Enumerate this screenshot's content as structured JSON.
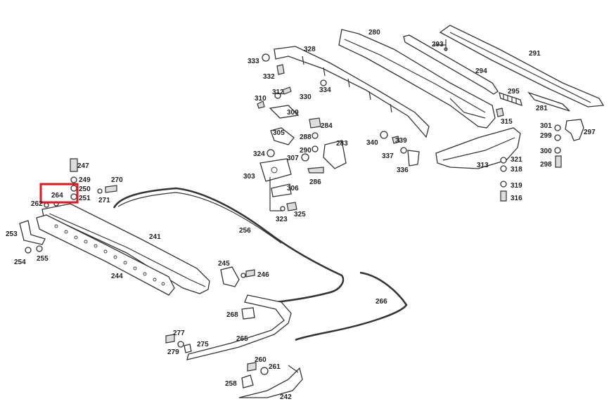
{
  "diagram": {
    "highlight_color": "#e8161b",
    "highlighted_part": "264",
    "labels": {
      "l280": "280",
      "l328": "328",
      "l291": "291",
      "l293": "293",
      "l294": "294",
      "l295": "295",
      "l281": "281",
      "l333": "333",
      "l332": "332",
      "l330": "330",
      "l334": "334",
      "l310": "310",
      "l312": "312",
      "l309": "309",
      "l284": "284",
      "l288": "288",
      "l305": "305",
      "l290": "290",
      "l283": "283",
      "l340": "340",
      "l339": "339",
      "l337": "337",
      "l336": "336",
      "l315": "315",
      "l301": "301",
      "l299": "299",
      "l297": "297",
      "l300": "300",
      "l298": "298",
      "l313": "313",
      "l321": "321",
      "l318": "318",
      "l319": "319",
      "l316": "316",
      "l324": "324",
      "l307": "307",
      "l303": "303",
      "l286": "286",
      "l306": "306",
      "l323": "323",
      "l325": "325",
      "l247": "247",
      "l249": "249",
      "l250": "250",
      "l251": "251",
      "l264": "264",
      "l262": "262",
      "l270": "270",
      "l271": "271",
      "l253": "253",
      "l254": "254",
      "l255": "255",
      "l241": "241",
      "l244": "244",
      "l256": "256",
      "l245": "245",
      "l246": "246",
      "l268": "268",
      "l266": "266",
      "l265": "265",
      "l277": "277",
      "l279": "279",
      "l275": "275",
      "l260": "260",
      "l261": "261",
      "l258": "258",
      "l242": "242"
    }
  }
}
